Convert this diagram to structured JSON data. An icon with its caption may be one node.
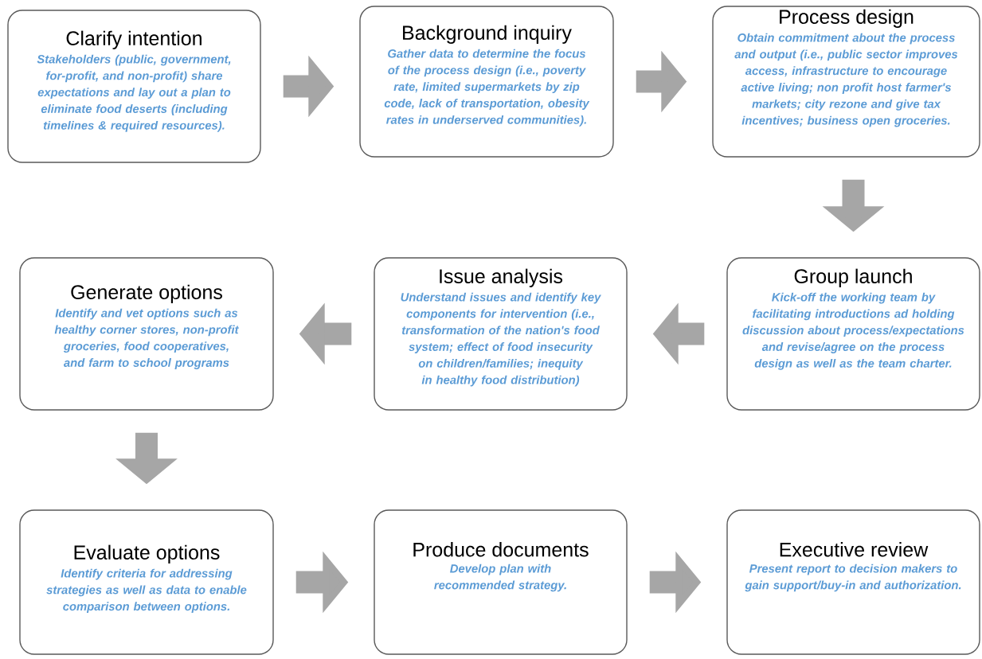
{
  "diagram": {
    "nodes": [
      {
        "text": [
          "Clarify intention",
          "Stakeholders (public, government, for-profit, and non-profit) share expectations and lay out a plan  to eliminate food deserts (including timelines & required resources)."
        ]
      },
      {
        "text": [
          "Background inquiry",
          "Gather data to determine the focus of the process design (i.e., poverty rate, limited supermarkets by zip code, lack of transportation, obesity rates in underserved communities)."
        ]
      },
      {
        "text": [
          "Process design",
          "Obtain commitment about the process and output (i.e., public sector improves access, infrastructure to encourage active living; non profit host farmer's markets; city rezone and give tax incentives; business open groceries."
        ]
      },
      {
        "text": [
          "Group launch",
          "Kick-off the working team by facilitating introductions ad holding discussion about process/expectations and revise/agree on the process design as well as the team charter."
        ]
      },
      {
        "text": [
          "Issue analysis",
          "Understand issues and identify key components for intervention (i.e., transformation of the nation's food system; effect of food insecurity on children/families; inequity in healthy food distribution)"
        ]
      },
      {
        "text": [
          "Generate options",
          "Identify and vet options such as healthy corner stores, non-profit groceries, food cooperatives, and farm to school programs"
        ]
      },
      {
        "text": [
          "Evaluate options",
          "Identify criteria for addressing strategies as well as data  to enable comparison between options."
        ]
      },
      {
        "text": [
          "Produce documents",
          "Develop plan with recommended strategy."
        ]
      },
      {
        "text": [
          "Executive review",
          "Present report to decision makers to gain support/buy-in and authorization."
        ]
      }
    ],
    "edges": [
      {
        "from": 0,
        "to": 1,
        "arrow": "to"
      },
      {
        "from": 1,
        "to": 2,
        "arrow": "to"
      },
      {
        "from": 2,
        "to": 3,
        "arrow": "to"
      },
      {
        "from": 3,
        "to": 4,
        "arrow": "to"
      },
      {
        "from": 4,
        "to": 5,
        "arrow": "to"
      },
      {
        "from": 5,
        "to": 6,
        "arrow": "to"
      },
      {
        "from": 6,
        "to": 7,
        "arrow": "to"
      },
      {
        "from": 7,
        "to": 8,
        "arrow": "to"
      }
    ]
  }
}
